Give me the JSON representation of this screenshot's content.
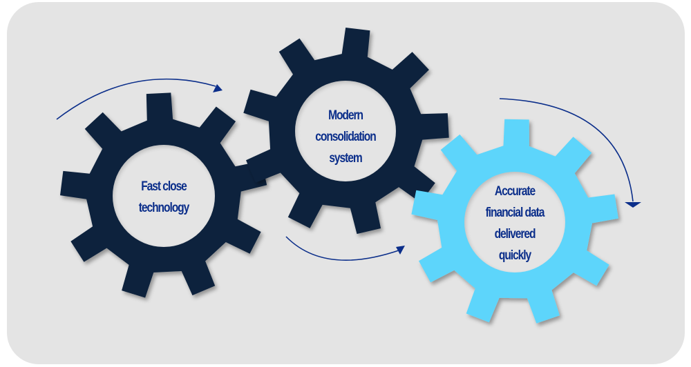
{
  "colors": {
    "background": "#e4e4e4",
    "dark_gear": "#0c223d",
    "light_gear": "#5dd5fb",
    "text": "#0b2e8a",
    "arrow": "#0b2e8a"
  },
  "gears": [
    {
      "id": "fast-close",
      "color_key": "dark_gear",
      "lines": [
        "Fast close",
        "technology"
      ]
    },
    {
      "id": "modern-consolidation",
      "color_key": "dark_gear",
      "lines": [
        "Modern",
        "consolidation",
        "system"
      ]
    },
    {
      "id": "accurate-data",
      "color_key": "light_gear",
      "lines": [
        "Accurate",
        "financial data",
        "delivered",
        "quickly"
      ]
    }
  ],
  "arrows": [
    {
      "id": "arrow-top-left",
      "direction": "clockwise"
    },
    {
      "id": "arrow-bottom-middle",
      "direction": "counterclockwise"
    },
    {
      "id": "arrow-right",
      "direction": "clockwise"
    }
  ]
}
